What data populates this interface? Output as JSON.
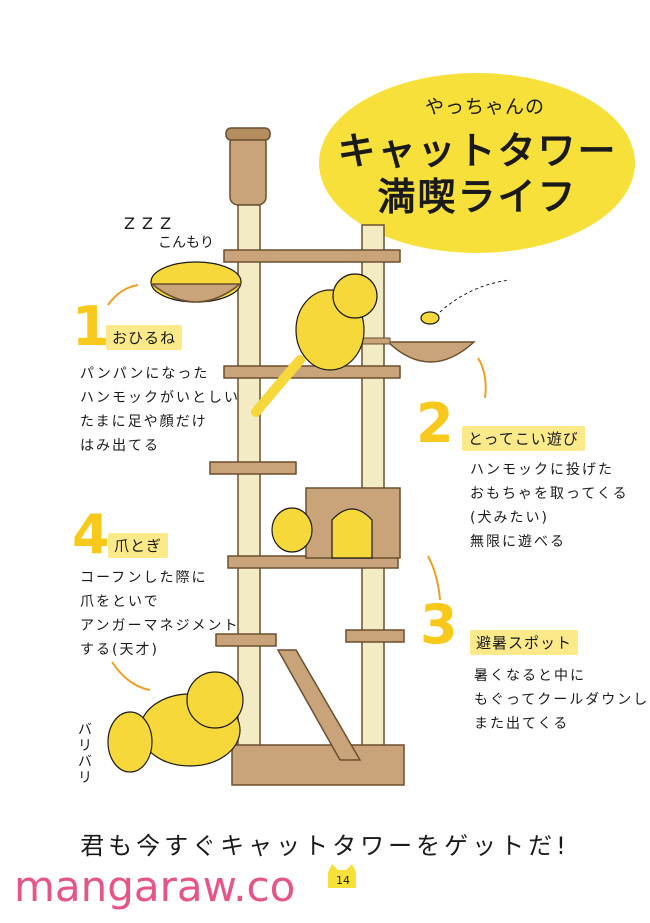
{
  "title": {
    "subtitle": "やっちゃんの",
    "line1": "キャットタワー",
    "line2": "満喫ライフ"
  },
  "sections": [
    {
      "number": "1",
      "heading": "おひるね",
      "description": "パンパンになった\nハンモックがいとしい\nたまに足や顔だけ\nはみ出てる"
    },
    {
      "number": "2",
      "heading": "とってこい遊び",
      "description": "ハンモックに投げた\nおもちゃを取ってくる\n(犬みたい)\n無限に遊べる"
    },
    {
      "number": "3",
      "heading": "避暑スポット",
      "description": "暑くなると中に\nもぐってクールダウンし\nまた出てくる"
    },
    {
      "number": "4",
      "heading": "爪とぎ",
      "description": "コーフンした際に\n爪をといで\nアンガーマネジメント\nする(天才)"
    }
  ],
  "sfx": {
    "zzz": "Z Z Z",
    "konmori": "こんもり",
    "baribari": "バリバリ"
  },
  "footer": "君も今すぐキャットタワーをゲットだ!",
  "watermark": "mangaraw.co",
  "page_number": "14",
  "colors": {
    "yellow": "#f8e03a",
    "cat": "#f6d83a",
    "wood": "#c9a47a",
    "wood_dark": "#9f7a50",
    "post": "#f2ebc4",
    "heading_bg": "#fbe98a",
    "ink": "#1a1a1a",
    "watermark": "#e7548a"
  }
}
